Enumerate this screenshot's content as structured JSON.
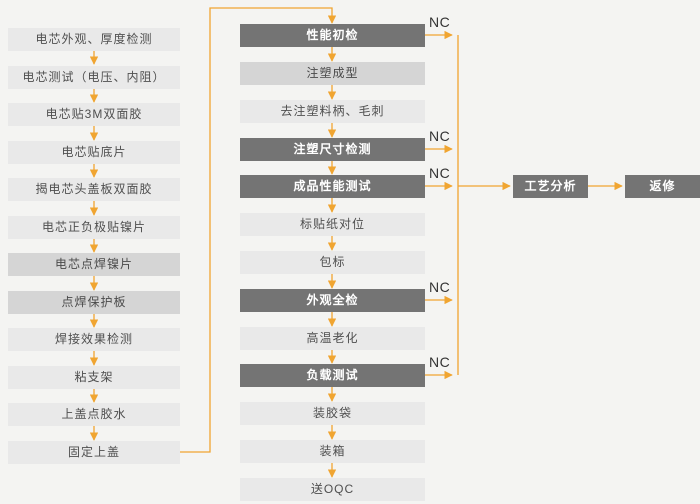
{
  "colors": {
    "page_background": "#f4f4f2",
    "box_light_bg": "#e9e9e9",
    "box_medium_bg": "#d5d5d5",
    "box_dark_bg": "#747474",
    "box_light_text": "#4f4f4f",
    "box_dark_text": "#ffffff",
    "arrow_orange": "#f0a531",
    "nc_text": "#333333"
  },
  "labels": {
    "nc": "NC"
  },
  "left_column": {
    "steps": [
      {
        "label": "电芯外观、厚度检测",
        "style": "light"
      },
      {
        "label": "电芯测试（电压、内阻）",
        "style": "light"
      },
      {
        "label": "电芯贴3M双面胶",
        "style": "light"
      },
      {
        "label": "电芯贴底片",
        "style": "light"
      },
      {
        "label": "揭电芯头盖板双面胶",
        "style": "light"
      },
      {
        "label": "电芯正负极贴镍片",
        "style": "light"
      },
      {
        "label": "电芯点焊镍片",
        "style": "medium"
      },
      {
        "label": "点焊保护板",
        "style": "medium"
      },
      {
        "label": "焊接效果检测",
        "style": "light"
      },
      {
        "label": "粘支架",
        "style": "light"
      },
      {
        "label": "上盖点胶水",
        "style": "light"
      },
      {
        "label": "固定上盖",
        "style": "light"
      }
    ]
  },
  "middle_column": {
    "steps": [
      {
        "label": "性能初检",
        "style": "dark",
        "nc_branch": true
      },
      {
        "label": "注塑成型",
        "style": "medium",
        "nc_branch": false
      },
      {
        "label": "去注塑料柄、毛刺",
        "style": "light",
        "nc_branch": false
      },
      {
        "label": "注塑尺寸检测",
        "style": "dark",
        "nc_branch": true
      },
      {
        "label": "成品性能测试",
        "style": "dark",
        "nc_branch": true
      },
      {
        "label": "标贴纸对位",
        "style": "light",
        "nc_branch": false
      },
      {
        "label": "包标",
        "style": "light",
        "nc_branch": false
      },
      {
        "label": "外观全检",
        "style": "dark",
        "nc_branch": true
      },
      {
        "label": "高温老化",
        "style": "light",
        "nc_branch": false
      },
      {
        "label": "负载测试",
        "style": "dark",
        "nc_branch": true
      },
      {
        "label": "装胶袋",
        "style": "light",
        "nc_branch": false
      },
      {
        "label": "装箱",
        "style": "light",
        "nc_branch": false
      },
      {
        "label": "送OQC",
        "style": "light",
        "nc_branch": false
      }
    ]
  },
  "nc_branch": {
    "analysis_label": "工艺分析",
    "repair_label": "返修"
  }
}
